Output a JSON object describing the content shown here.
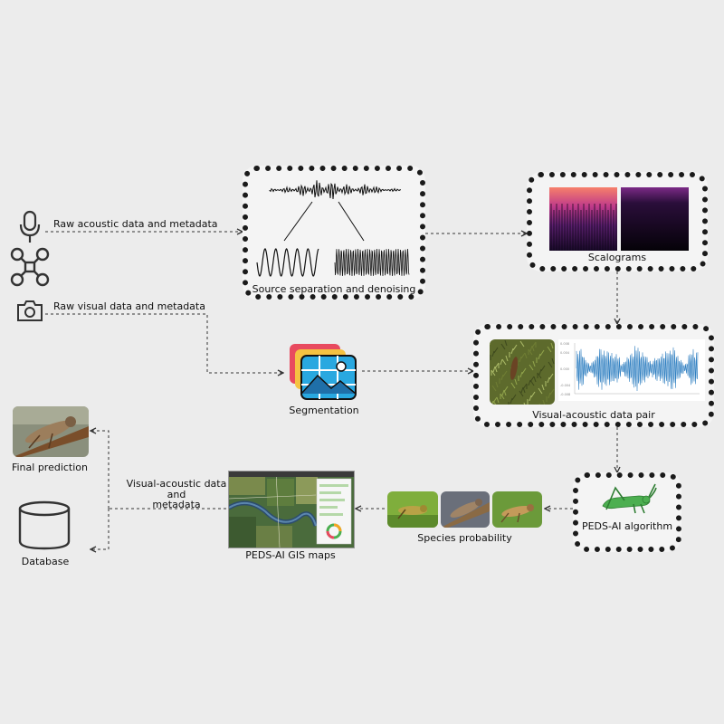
{
  "labels": {
    "raw_acoustic": "Raw acoustic data and metadata",
    "raw_visual": "Raw visual data and metadata",
    "source_separation": "Source separation and denoising",
    "scalograms": "Scalograms",
    "segmentation": "Segmentation",
    "visual_acoustic_pair": "Visual-acoustic data pair",
    "peds_algorithm": "PEDS-AI algorithm",
    "species_probability": "Species probability",
    "gis_maps": "PEDS-AI GIS maps",
    "visual_acoustic_metadata_1": "Visual-acoustic data",
    "visual_acoustic_metadata_2": "and",
    "visual_acoustic_metadata_3": "metadata",
    "final_prediction": "Final prediction",
    "database": "Database"
  },
  "icons": {
    "microphone": "microphone-icon",
    "drone": "drone-icon",
    "camera": "camera-icon",
    "segmentation": "image-layers-icon",
    "grasshopper": "grasshopper-icon",
    "database": "database-cylinder-icon"
  },
  "colors": {
    "arrow": "#333333",
    "box_border": "#1a1a1a",
    "waveform_blue": "#2f7fc1",
    "scalogram_magenta": "#c03a8a",
    "grasshopper_green": "#4caf50"
  }
}
